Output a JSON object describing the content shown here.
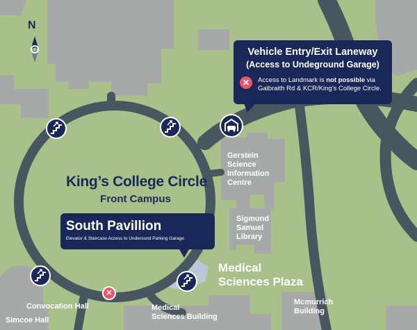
{
  "colors": {
    "grass": "#a9c08a",
    "road": "#485660",
    "building": "#a6a9a8",
    "navy": "#192858",
    "no_access": "#e9566a",
    "plaza_zone": "#bcc7da"
  },
  "compass": {
    "label": "N",
    "icon": "north-arrow-icon"
  },
  "circle": {
    "title": "King’s College Circle",
    "subtitle": "Front Campus"
  },
  "callout_laneway": {
    "title": "Vehicle Entry/Exit Laneway",
    "subtitle": "(Access to Undeground Garage)",
    "note_before": "Access to Landmark is ",
    "note_bold": "not possible",
    "note_after": " via Galbraith Rd & KCR/King’s College Circle.",
    "icon": "no-entry-icon"
  },
  "callout_pavillion": {
    "title": "South Pavillion",
    "subtitle": "Elevator & Staircase Access to Underound Parking Garage"
  },
  "buildings": {
    "gerstein": "Gerstein Science Information Centre",
    "gerstein_lines": [
      "Gerstein",
      "Science",
      "Information",
      "Centre"
    ],
    "sigmund_lines": [
      "Sigmund",
      "Samuel",
      "Library"
    ],
    "plaza_lines": [
      "Medical",
      "Sciences Plaza"
    ],
    "med_sci_lines": [
      "Medical",
      "Sciences Building"
    ],
    "mcmurrich_lines": [
      "Mcmurrich",
      "Building"
    ],
    "convocation": "Convocation Hall",
    "simcoe": "Simcoe Hall"
  },
  "icons": {
    "stairs": "stairs-icon",
    "garage": "garage-icon",
    "no_entry": "no-entry-icon"
  }
}
